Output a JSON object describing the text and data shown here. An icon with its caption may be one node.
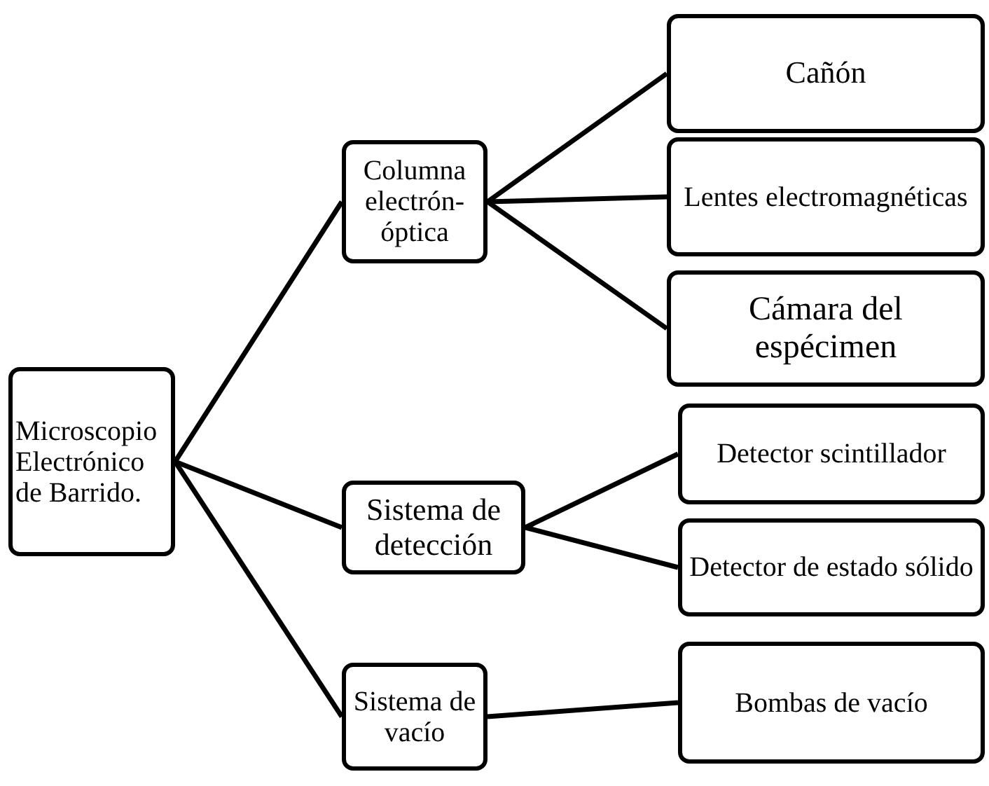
{
  "diagram": {
    "nodes": [
      {
        "text": [
          "Microscopio Electrónico de Barrido."
        ]
      },
      {
        "text": [
          "Columna electrón-óptica"
        ]
      },
      {
        "text": [
          "Sistema de detección"
        ]
      },
      {
        "text": [
          "Sistema de vacío"
        ]
      },
      {
        "text": [
          "Cañón"
        ]
      },
      {
        "text": [
          "Lentes electromagnéticas"
        ]
      },
      {
        "text": [
          "Cámara del espécimen"
        ]
      },
      {
        "text": [
          "Detector scintillador"
        ]
      },
      {
        "text": [
          "Detector de estado sólido"
        ]
      },
      {
        "text": [
          "Bombas de vacío"
        ]
      }
    ],
    "edges": [
      {
        "from": 0,
        "to": 1,
        "arrow": "none"
      },
      {
        "from": 0,
        "to": 2,
        "arrow": "none"
      },
      {
        "from": 0,
        "to": 3,
        "arrow": "none"
      },
      {
        "from": 1,
        "to": 4,
        "arrow": "none"
      },
      {
        "from": 1,
        "to": 5,
        "arrow": "none"
      },
      {
        "from": 1,
        "to": 6,
        "arrow": "none"
      },
      {
        "from": 2,
        "to": 7,
        "arrow": "none"
      },
      {
        "from": 2,
        "to": 8,
        "arrow": "none"
      },
      {
        "from": 3,
        "to": 9,
        "arrow": "none"
      }
    ]
  }
}
